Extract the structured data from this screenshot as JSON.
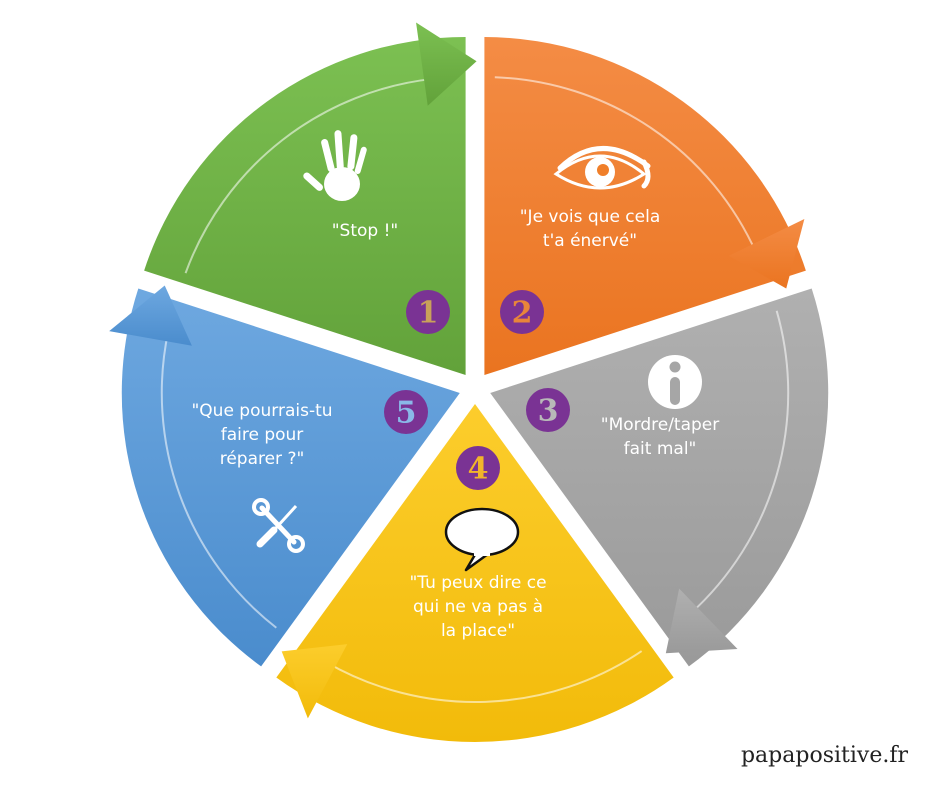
{
  "diagram": {
    "type": "cycle",
    "badge_color": "#7a3394",
    "steps": [
      {
        "number": "1",
        "text_lines": [
          "\"Stop !\""
        ],
        "icon": "hand-icon",
        "color": "#6cb043",
        "number_color": "#c9a15a"
      },
      {
        "number": "2",
        "text_lines": [
          "\"Je vois que cela",
          "t'a énervé\""
        ],
        "icon": "eye-icon",
        "color": "#f07f2a",
        "number_color": "#e8853a"
      },
      {
        "number": "3",
        "text_lines": [
          "\"Mordre/taper",
          "fait mal\""
        ],
        "icon": "info-icon",
        "color": "#a6a6a6",
        "number_color": "#b8b8b8"
      },
      {
        "number": "4",
        "text_lines": [
          "\"Tu peux dire ce",
          "qui ne va pas à",
          "la place\""
        ],
        "icon": "speech-bubble-icon",
        "color": "#f7c316",
        "number_color": "#f2b52a"
      },
      {
        "number": "5",
        "text_lines": [
          "\"Que pourrais-tu",
          "faire pour",
          "réparer ?\""
        ],
        "icon": "tools-icon",
        "color": "#5b9bd9",
        "number_color": "#8ab8e8"
      }
    ]
  },
  "footer": {
    "site": "papapositive.fr"
  }
}
